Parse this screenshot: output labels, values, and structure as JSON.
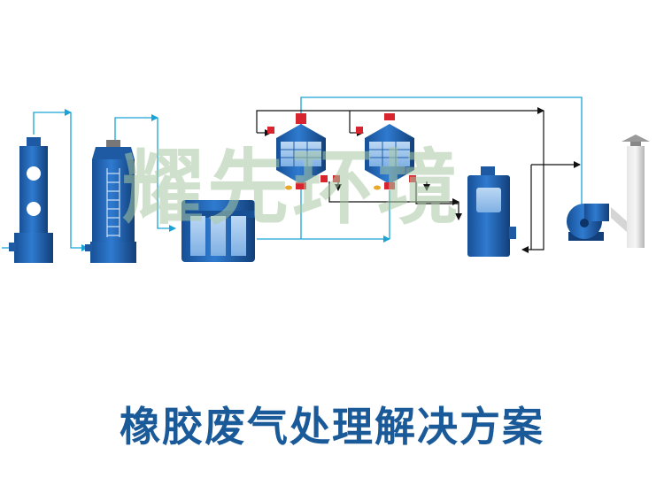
{
  "watermark": {
    "text": "耀先环境"
  },
  "title": {
    "text": "橡胶废气处理解决方案"
  },
  "colors": {
    "equipment_blue": "#1f5faa",
    "equipment_dark": "#123f7a",
    "flow_line_cyan": "#1aa3d6",
    "return_line_black": "#111111",
    "valve_red": "#d8242f",
    "stack_grey": "#c9c9c9",
    "watermark_green": "#a9c9a4",
    "title_blue": "#1b5a98"
  },
  "equipment": [
    {
      "id": "spray-tower-1",
      "icon": "spray-tower-icon"
    },
    {
      "id": "spray-tower-2",
      "icon": "spray-tower-ladder-icon"
    },
    {
      "id": "filter-box",
      "icon": "dry-filter-box-icon"
    },
    {
      "id": "adsorption-tank-1",
      "icon": "adsorption-tank-icon"
    },
    {
      "id": "adsorption-tank-2",
      "icon": "adsorption-tank-icon"
    },
    {
      "id": "catalytic-combustor",
      "icon": "catalytic-combustion-box-icon"
    },
    {
      "id": "centrifugal-fan",
      "icon": "fan-icon"
    },
    {
      "id": "exhaust-stack",
      "icon": "chimney-icon"
    }
  ]
}
